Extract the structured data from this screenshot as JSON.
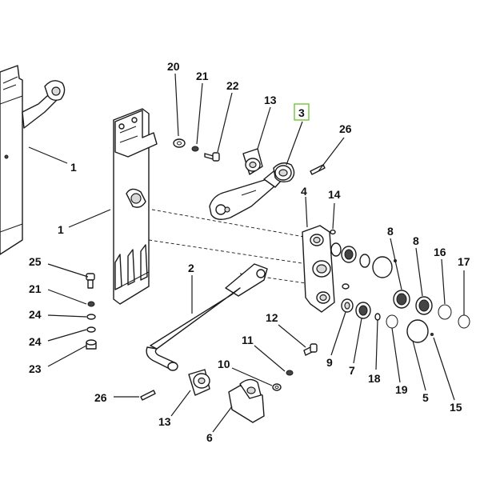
{
  "diagram": {
    "callouts": [
      {
        "id": "c20a",
        "label": "20"
      },
      {
        "id": "c21a",
        "label": "21"
      },
      {
        "id": "c22",
        "label": "22"
      },
      {
        "id": "c13a",
        "label": "13"
      },
      {
        "id": "c3",
        "label": "3",
        "highlighted": true
      },
      {
        "id": "c26a",
        "label": "26"
      },
      {
        "id": "c1a",
        "label": "1"
      },
      {
        "id": "c1b",
        "label": "1"
      },
      {
        "id": "c4",
        "label": "4"
      },
      {
        "id": "c14",
        "label": "14"
      },
      {
        "id": "c8a",
        "label": "8"
      },
      {
        "id": "c8b",
        "label": "8"
      },
      {
        "id": "c16",
        "label": "16"
      },
      {
        "id": "c17",
        "label": "17"
      },
      {
        "id": "c25",
        "label": "25"
      },
      {
        "id": "c21b",
        "label": "21"
      },
      {
        "id": "c24a",
        "label": "24"
      },
      {
        "id": "c24b",
        "label": "24"
      },
      {
        "id": "c23",
        "label": "23"
      },
      {
        "id": "c2",
        "label": "2"
      },
      {
        "id": "c12",
        "label": "12"
      },
      {
        "id": "c11",
        "label": "11"
      },
      {
        "id": "c10",
        "label": "10"
      },
      {
        "id": "c9",
        "label": "9"
      },
      {
        "id": "c7",
        "label": "7"
      },
      {
        "id": "c18",
        "label": "18"
      },
      {
        "id": "c19",
        "label": "19"
      },
      {
        "id": "c5",
        "label": "5"
      },
      {
        "id": "c15",
        "label": "15"
      },
      {
        "id": "c26b",
        "label": "26"
      },
      {
        "id": "c13b",
        "label": "13"
      },
      {
        "id": "c6",
        "label": "6"
      }
    ],
    "highlight_color": "#7ac943"
  }
}
